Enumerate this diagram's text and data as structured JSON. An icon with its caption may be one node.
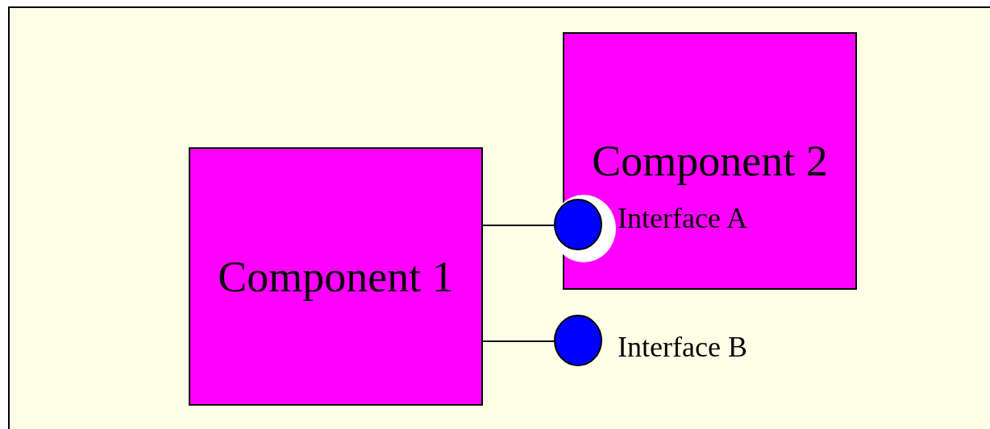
{
  "diagram": {
    "nodes": [
      {
        "text": [
          "Component 1"
        ]
      },
      {
        "text": [
          "Component 2"
        ]
      },
      {
        "text": [],
        "shape": "circle",
        "beside": [
          "Interface A"
        ]
      },
      {
        "text": [],
        "shape": "circle",
        "beside": [
          "Interface B"
        ]
      }
    ],
    "edges": [
      {
        "from": 0,
        "to": 2,
        "arrow": "none"
      },
      {
        "from": 0,
        "to": 3,
        "arrow": "none"
      }
    ]
  }
}
